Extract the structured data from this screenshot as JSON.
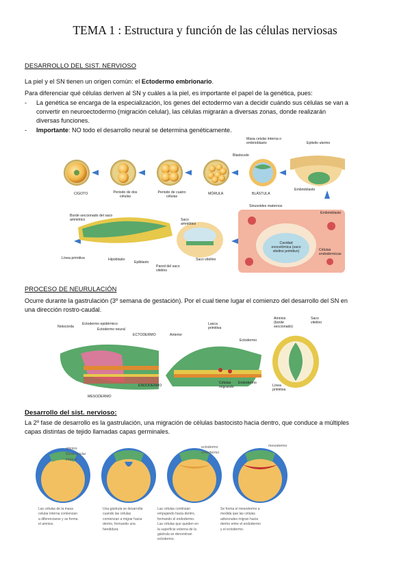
{
  "title": "TEMA 1 : Estructura y función de las células nerviosas",
  "section1": {
    "heading": "DESARROLLO DEL SIST. NERVIOSO",
    "intro_pre": "La piel y el SN tienen un origen común: el ",
    "intro_bold": "Ectodermo embrionario",
    "intro_post": ".",
    "para": "Para diferenciar qué células deriven al SN y cuáles a la piel, es importante el papel de la genética, pues:",
    "bullet1_line1": "La genética se encarga de la especialización, los genes del ectodermo van a decidir cuándo sus células se van a",
    "bullet1_line2": "convertir en neuroectodermo (migración celular), las células migrarán a diversas zonas, donde realizarán",
    "bullet1_line3": "diversas funciones.",
    "bullet2_bold": "Importante",
    "bullet2_rest": ": NO todo el desarrollo neural se determina genéticamente.",
    "dash": "-"
  },
  "fig1": {
    "stages": [
      "CIGOTO",
      "Periodo de dos células",
      "Periodo de cuatro células",
      "MÓRULA",
      "BLÁSTULA",
      "Embrioblasto"
    ],
    "labels": {
      "masa": "Masa celular interna o embrioblasto",
      "epitelio": "Epitelio uterino",
      "blastocele": "Blastocele",
      "sinusoides": "Sinusoides maternos",
      "embrioblasto2": "Embrioblasto",
      "borde": "Borde seccionado del saco amniótico",
      "saco_amn": "Saco amniótico",
      "linea": "Línea primitiva",
      "hipoblasto": "Hipoblasto",
      "epiblasto": "Epiblasto",
      "saco_vit": "Saco vitelino",
      "pared": "Pared del saco vitelino",
      "cavidad": "Cavidad exocelómica (saco vitelino primitivo)",
      "celulas_endo": "Células endodérmicas"
    }
  },
  "section2": {
    "heading": "PROCESO DE NEURULACIÓN",
    "line1": "Ocurre durante la gastrulación (3º semana de gestación). Por el cual tiene lugar el comienzo del desarrollo del SN en",
    "line2": "una dirección rostro-caudal."
  },
  "fig2": {
    "notocorda": "Notocorda",
    "ecto_epi": "Ectodermo epidérmico",
    "ecto_neural": "Ectodermo neural",
    "ectodermo_caps": "ECTODERMO",
    "endodermo_caps": "ENDODERMO",
    "mesodermo_caps": "MESODERMO",
    "anterior": "Anterior",
    "lasca": "Lasca primitiva",
    "ectodermo": "Ectodermo",
    "endodermo": "Endodermo",
    "celulas_migrando": "Células migrando",
    "amnios": "Amnios (borde seccionado)",
    "saco_vit": "Saco vitelino",
    "linea": "Línea primitiva"
  },
  "section3": {
    "heading": "Desarrollo del sist. nervioso:",
    "line1": "La 2º fase de desarrollo es la gastrulación, una migración de células bastocisto hacia dentro, que conduce a múltiples",
    "line2": "capas distintas de tejido llamadas capas germinales."
  },
  "fig3": {
    "labels": {
      "amnios": "amnios",
      "masa": "Masa celular",
      "interna": "interna",
      "ectodermo": "ectodermo",
      "endodermo": "endodermo",
      "mesodermo": "mesodermo"
    },
    "captions": [
      [
        "Las células de la masa",
        "celular interna comienzan",
        "a diferenciarse y se forma",
        "el amnios."
      ],
      [
        "Una gástrula se desarrolla",
        "cuando las células",
        "comienzan a migrar hacia",
        "dentro, formando una",
        "hendidura."
      ],
      [
        "Las células continúan",
        "empujando hacia dentro,",
        "formando el endodermo.",
        "Las células que queden en",
        "la superficie externa de la",
        "gástrula se denominan",
        "ectodermo."
      ],
      [
        "Se forma el mesodermo a",
        "medida que las células",
        "adicionales migran hacia",
        "dentro entre el endodermo",
        "y el ectodermo."
      ]
    ]
  },
  "colors": {
    "green": "#5aa86a",
    "yellow": "#e6c84a",
    "pink": "#d87a9a",
    "orange": "#e08a30",
    "blue": "#3a78c8"
  }
}
